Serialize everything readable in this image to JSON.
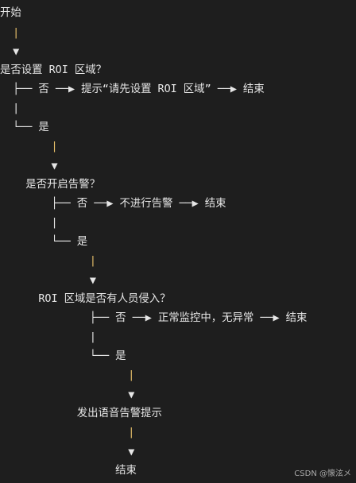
{
  "flow_lines": [
    "开始",
    "  |",
    "  ▼",
    "是否设置 ROI 区域？",
    "  ├── 否 ──▶ 提示“请先设置 ROI 区域” ──▶ 结束",
    "  |",
    "  └── 是",
    "        |",
    "        ▼",
    "    是否开启告警？",
    "        ├── 否 ──▶ 不进行告警 ──▶ 结束",
    "        |",
    "        └── 是",
    "              |",
    "              ▼",
    "      ROI 区域是否有人员侵入？",
    "              ├── 否 ──▶ 正常监控中，无异常 ──▶ 结束",
    "              |",
    "              └── 是",
    "                    |",
    "                    ▼",
    "            发出语音告警提示",
    "                    |",
    "                    ▼",
    "                  结束"
  ],
  "watermark": "CSDN @懐泫メ"
}
